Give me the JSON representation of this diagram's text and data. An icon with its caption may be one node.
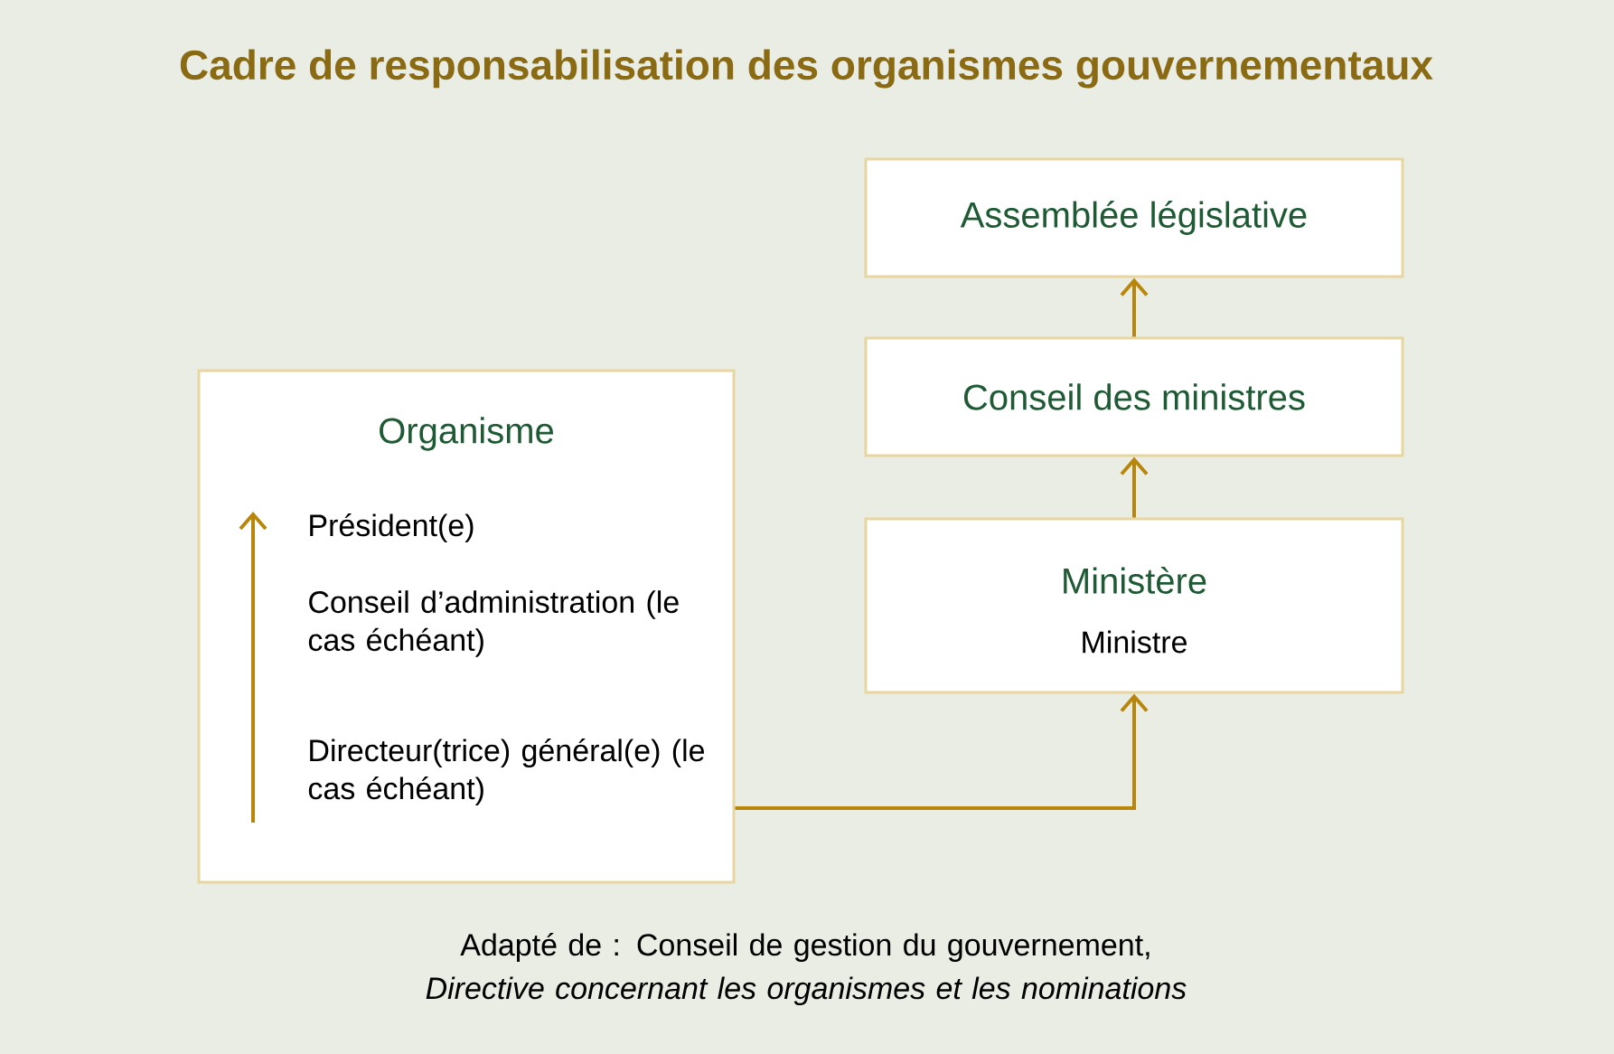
{
  "diagram": {
    "title": "Cadre de responsabilisation des organismes gouvernementaux",
    "caption": "Adapté de : Conseil de gestion du gouvernement, *Directive concernant les organismes et les nominations*",
    "nodes": [
      {
        "text": [
          "Organisme",
          "Président(e)",
          "Conseil d’administration (le cas échéant)",
          "Directeur(trice) général(e) (le cas échéant)"
        ]
      },
      {
        "text": [
          "Ministère",
          "Ministre"
        ]
      },
      {
        "text": [
          "Conseil des ministres"
        ]
      },
      {
        "text": [
          "Assemblée législative"
        ]
      }
    ],
    "edges": [
      {
        "from": 0,
        "to": 1,
        "arrow": "to"
      },
      {
        "from": 1,
        "to": 2,
        "arrow": "to"
      },
      {
        "from": 2,
        "to": 3,
        "arrow": "to"
      }
    ]
  }
}
